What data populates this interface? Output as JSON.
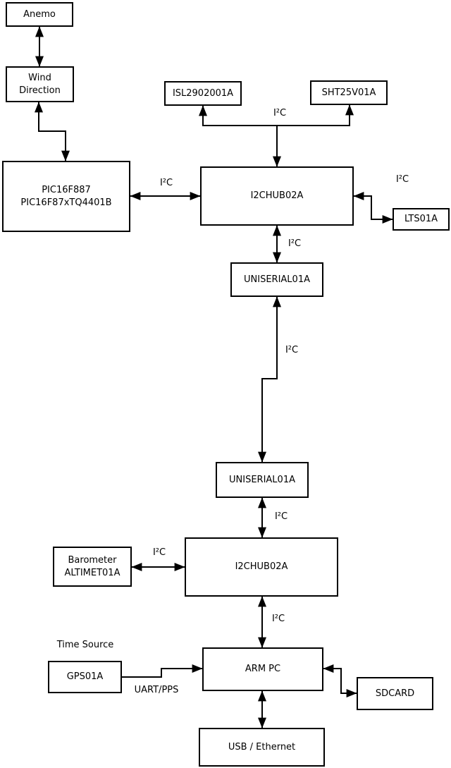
{
  "diagram": {
    "boxes": [
      {
        "id": "anemo",
        "lines": [
          "Anemo"
        ]
      },
      {
        "id": "wind-direction",
        "lines": [
          "Wind",
          "Direction"
        ]
      },
      {
        "id": "pic",
        "lines": [
          "PIC16F887",
          "PIC16F87xTQ4401B"
        ]
      },
      {
        "id": "isl",
        "lines": [
          "ISL2902001A"
        ]
      },
      {
        "id": "sht",
        "lines": [
          "SHT25V01A"
        ]
      },
      {
        "id": "i2c-hub-1",
        "lines": [
          "I2CHUB02A"
        ]
      },
      {
        "id": "lts",
        "lines": [
          "LTS01A"
        ]
      },
      {
        "id": "uniserial-1",
        "lines": [
          "UNISERIAL01A"
        ]
      },
      {
        "id": "uniserial-2",
        "lines": [
          "UNISERIAL01A"
        ]
      },
      {
        "id": "i2c-hub-2",
        "lines": [
          "I2CHUB02A"
        ]
      },
      {
        "id": "barometer",
        "lines": [
          "Barometer",
          "ALTIMET01A"
        ]
      },
      {
        "id": "arm-pc",
        "lines": [
          "ARM PC"
        ]
      },
      {
        "id": "gps",
        "lines": [
          "GPS01A"
        ]
      },
      {
        "id": "sdcard",
        "lines": [
          "SDCARD"
        ]
      },
      {
        "id": "usb-ethernet",
        "lines": [
          "USB / Ethernet"
        ]
      }
    ],
    "edge_labels": [
      {
        "id": "i2c-isl-sht-bus",
        "text": "I²C"
      },
      {
        "id": "i2c-pic-hub1",
        "text": "I²C"
      },
      {
        "id": "i2c-hub1-lts",
        "text": "I²C"
      },
      {
        "id": "i2c-hub1-uniserial1",
        "text": "I²C"
      },
      {
        "id": "i2c-uniserial1-uniserial2",
        "text": "I²C"
      },
      {
        "id": "i2c-uniserial2-hub2",
        "text": "I²C"
      },
      {
        "id": "i2c-barometer-hub2",
        "text": "I²C"
      },
      {
        "id": "i2c-hub2-armpc",
        "text": "I²C"
      },
      {
        "id": "time-source",
        "text": "Time Source"
      },
      {
        "id": "uart-pps",
        "text": "UART/PPS"
      }
    ],
    "connections": [
      {
        "from": "Anemo",
        "to": "Wind Direction",
        "bidirectional": true,
        "label": ""
      },
      {
        "from": "Wind Direction",
        "to": "PIC16F887",
        "bidirectional": true,
        "label": ""
      },
      {
        "from": "PIC16F887",
        "to": "I2CHUB02A (1)",
        "bidirectional": true,
        "label": "I²C"
      },
      {
        "from": "I2CHUB02A (1)",
        "to": "ISL2902001A",
        "bidirectional": false,
        "label": "I²C"
      },
      {
        "from": "I2CHUB02A (1)",
        "to": "SHT25V01A",
        "bidirectional": false,
        "label": "I²C"
      },
      {
        "from": "I2CHUB02A (1)",
        "to": "LTS01A",
        "bidirectional": true,
        "label": "I²C"
      },
      {
        "from": "I2CHUB02A (1)",
        "to": "UNISERIAL01A (1)",
        "bidirectional": true,
        "label": "I²C"
      },
      {
        "from": "UNISERIAL01A (1)",
        "to": "UNISERIAL01A (2)",
        "bidirectional": true,
        "label": "I²C"
      },
      {
        "from": "UNISERIAL01A (2)",
        "to": "I2CHUB02A (2)",
        "bidirectional": true,
        "label": "I²C"
      },
      {
        "from": "Barometer ALTIMET01A",
        "to": "I2CHUB02A (2)",
        "bidirectional": true,
        "label": "I²C"
      },
      {
        "from": "I2CHUB02A (2)",
        "to": "ARM PC",
        "bidirectional": true,
        "label": "I²C"
      },
      {
        "from": "GPS01A",
        "to": "ARM PC",
        "bidirectional": false,
        "label": "UART/PPS"
      },
      {
        "from": "ARM PC",
        "to": "SDCARD",
        "bidirectional": true,
        "label": ""
      },
      {
        "from": "ARM PC",
        "to": "USB / Ethernet",
        "bidirectional": true,
        "label": ""
      }
    ],
    "colors": {
      "background": "#ffffff",
      "line": "#000000",
      "box_fill": "#ffffff",
      "text": "#000000"
    }
  }
}
